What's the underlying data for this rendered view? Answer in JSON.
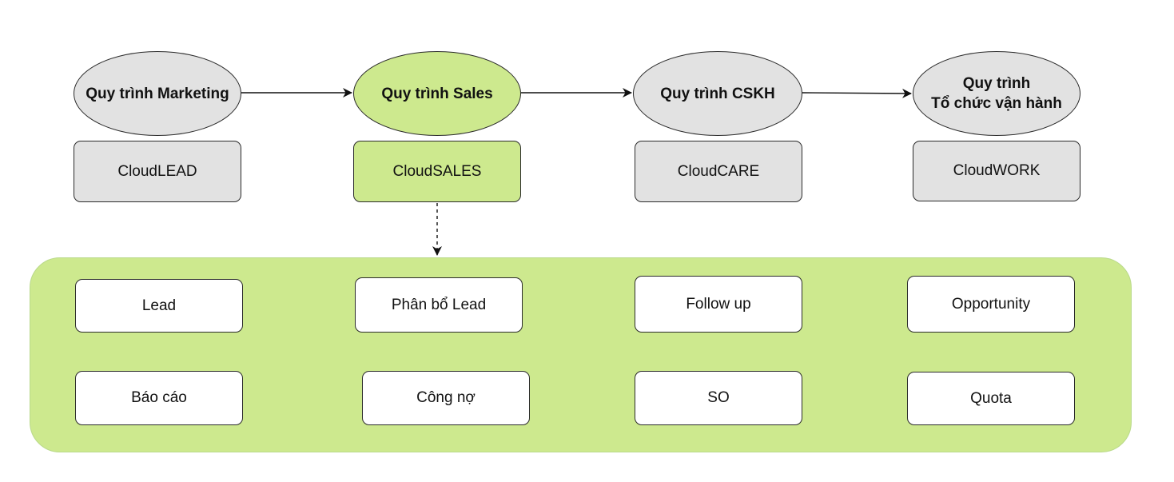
{
  "colors": {
    "grey_fill": "#e2e2e2",
    "green_fill": "#cde98e",
    "white_fill": "#ffffff",
    "stroke": "#2b2b2b",
    "panel_fill": "#cde98e"
  },
  "processes": [
    {
      "name": "Quy trình Marketing",
      "highlighted": false
    },
    {
      "name": "Quy trình Sales",
      "highlighted": true
    },
    {
      "name": "Quy trình CSKH",
      "highlighted": false
    },
    {
      "name": "Quy trình\nTổ chức vận hành",
      "highlighted": false
    }
  ],
  "products": [
    {
      "name": "CloudLEAD",
      "highlighted": false
    },
    {
      "name": "CloudSALES",
      "highlighted": true
    },
    {
      "name": "CloudCARE",
      "highlighted": false
    },
    {
      "name": "CloudWORK",
      "highlighted": false
    }
  ],
  "sales_flow": {
    "row1": [
      "Lead",
      "Phân bổ Lead",
      "Follow up",
      "Opportunity"
    ],
    "row2": [
      "Báo cáo",
      "Công nợ",
      "SO",
      "Quota"
    ]
  }
}
